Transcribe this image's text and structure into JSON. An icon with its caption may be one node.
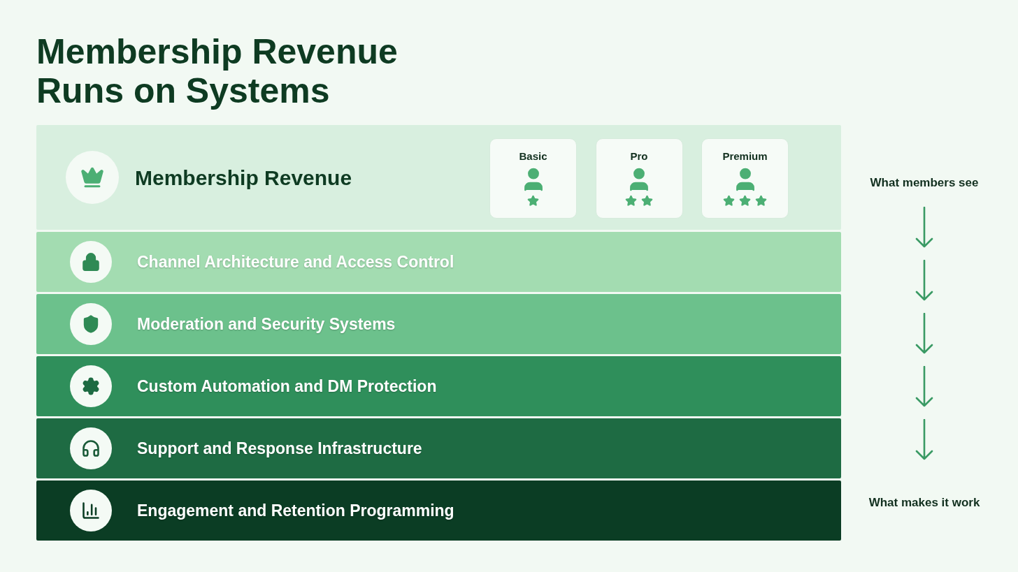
{
  "diagram": {
    "title": "Membership Revenue Runs on Systems",
    "nodes": [
      {
        "text": [
          "Membership Revenue"
        ]
      },
      {
        "text": [
          "Basic"
        ],
        "in": 0
      },
      {
        "text": [
          "Pro"
        ],
        "in": 0
      },
      {
        "text": [
          "Premium"
        ],
        "in": 0
      },
      {
        "text": [
          "Channel Architecture and Access Control"
        ]
      },
      {
        "text": [
          "Moderation and Security Systems"
        ]
      },
      {
        "text": [
          "Custom Automation and DM Protection"
        ]
      },
      {
        "text": [
          "Support and Response Infrastructure"
        ]
      },
      {
        "text": [
          "Engagement and Retention Programming"
        ]
      }
    ],
    "labels": [
      "What members see",
      "What makes it work"
    ]
  }
}
